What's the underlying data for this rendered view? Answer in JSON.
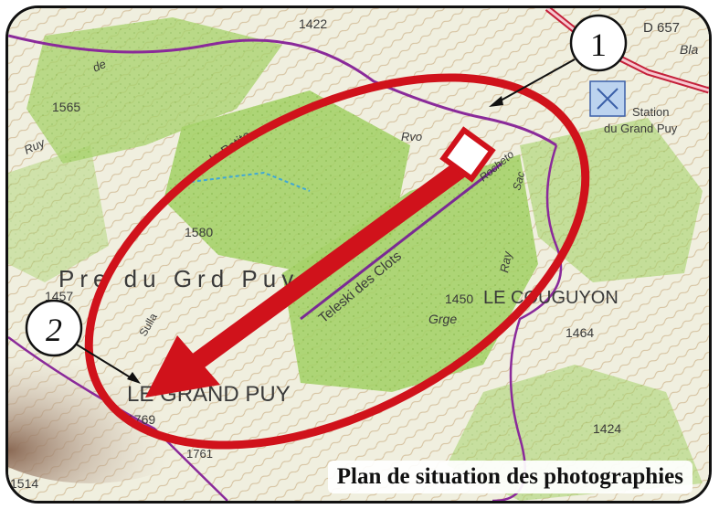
{
  "map": {
    "caption": "Plan de situation des photographies",
    "place_labels": {
      "le_grand_puy": "LE GRAND PUY",
      "pre_du_grd_puy": "Pre du Grd Puy",
      "le_couguyon": "LE COUGUYON",
      "station_line1": "Station",
      "station_line2": "du Grand Puy",
      "teleski": "Teleski des Clots",
      "ruisseau": "la Petite",
      "grge": "Grge",
      "ravine": "Rvo",
      "ray": "Ray",
      "road": "D 657",
      "bla": "Bla",
      "ray_left": "Ruy",
      "ay_top": "de",
      "sulla": "Sulla",
      "spot": "Rocheto",
      "sac": "Sac"
    },
    "spot_heights": [
      "1422",
      "1565",
      "1580",
      "1450",
      "1464",
      "1424",
      "1514",
      "1761",
      "1769",
      "1457"
    ],
    "markers": [
      "1",
      "2"
    ],
    "colors": {
      "highlight_red": "#d0121b",
      "forest_green": "#a6d26a",
      "route_purple": "#8a2a9a",
      "road_red": "#c4203a"
    }
  }
}
